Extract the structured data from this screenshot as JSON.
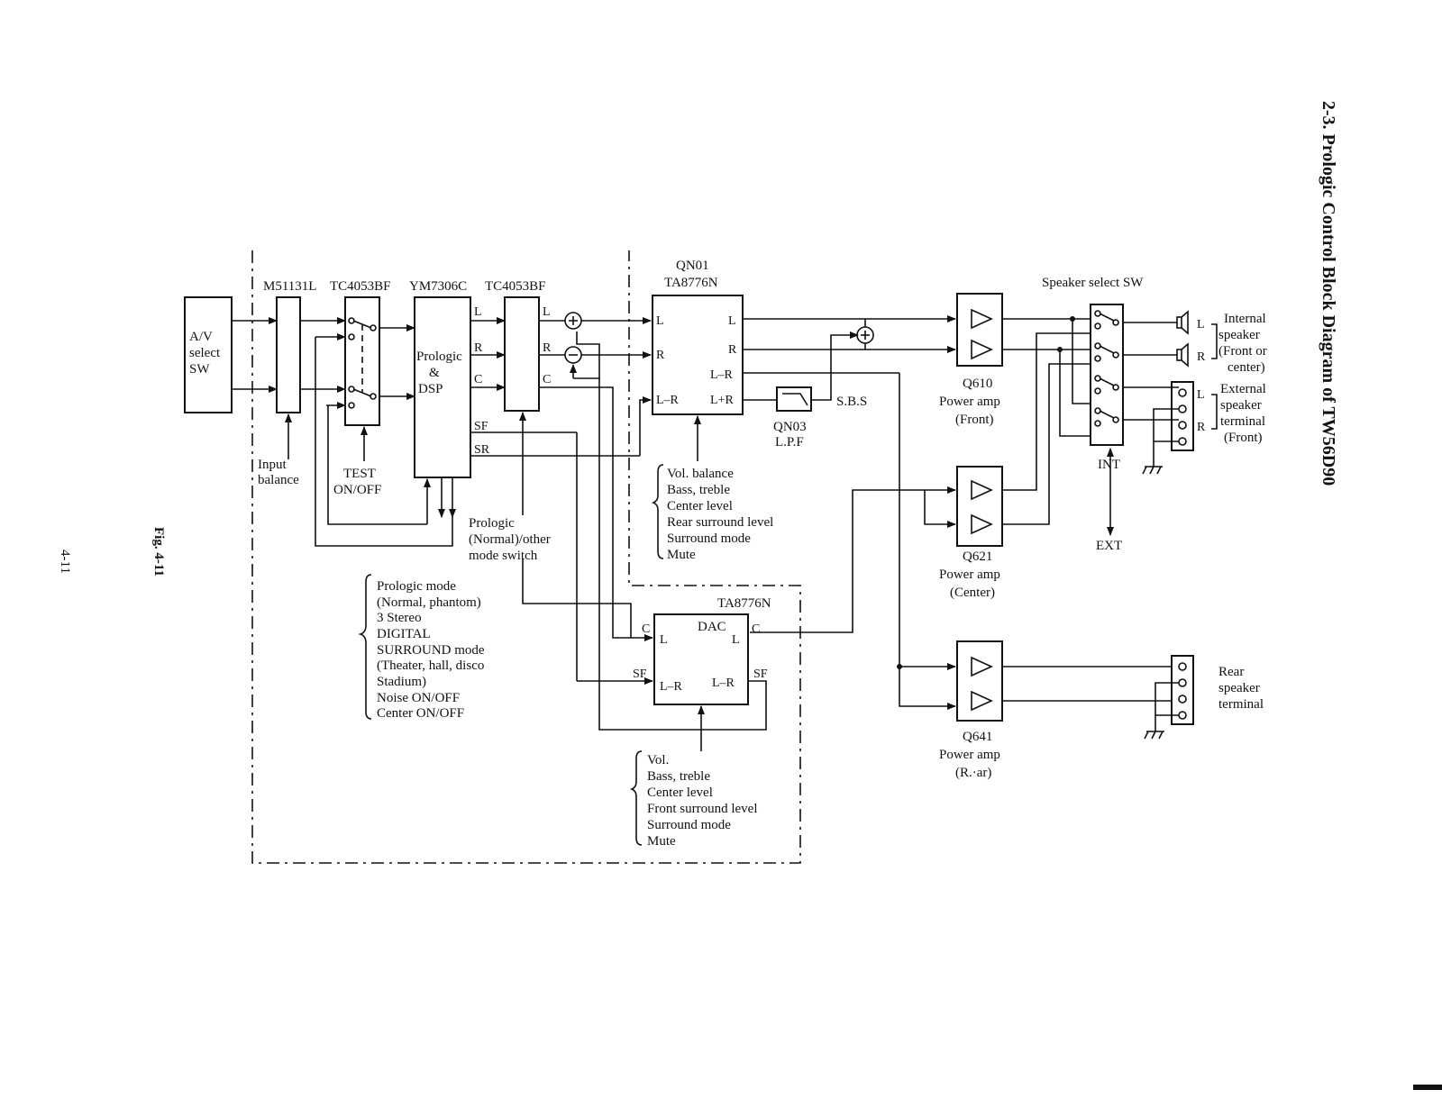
{
  "page": {
    "title": "2-3.  Prologic Control Block Diagram of TW56D90",
    "fig_label": "Fig. 4-11",
    "page_number": "4-11"
  },
  "blocks": {
    "av_select": [
      "A/V",
      "select",
      "SW"
    ],
    "m51131l": "M51131L",
    "tc4053bf_1": "TC4053BF",
    "ym7306c": "YM7306C",
    "dsp_label": [
      "Prologic",
      "&",
      "DSP"
    ],
    "tc4053bf_2": "TC4053BF",
    "qn01": [
      "QN01",
      "TA8776N"
    ],
    "ta8776n_2": "TA8776N",
    "dac": "DAC",
    "qn03": [
      "QN03",
      "L.P.F"
    ],
    "sbs": "S.B.S",
    "speaker_select": "Speaker select SW",
    "q610": [
      "Q610",
      "Power amp",
      "(Front)"
    ],
    "q621": [
      "Q621",
      "Power amp",
      "(Center)"
    ],
    "q641": [
      "Q641",
      "Power amp",
      "(R.·ar)"
    ],
    "int": "INT",
    "ext": "EXT"
  },
  "pins": {
    "L": "L",
    "R": "R",
    "C": "C",
    "SF": "SF",
    "SR": "SR",
    "L_minus_R": "L–R",
    "L_plus_R": "L+R"
  },
  "labels": {
    "input_balance": [
      "Input",
      "balance"
    ],
    "test": [
      "TEST",
      "ON/OFF"
    ],
    "prologic_switch": [
      "Prologic",
      "(Normal)/other",
      "mode switch"
    ],
    "prologic_modes": [
      "Prologic mode",
      "(Normal, phantom)",
      "3 Stereo",
      "DIGITAL",
      "SURROUND mode",
      "(Theater, hall, disco",
      "Stadium)",
      "Noise   ON/OFF",
      "Center ON/OFF"
    ],
    "qn01_controls": [
      "Vol. balance",
      "Bass, treble",
      "Center level",
      "Rear surround level",
      "Surround mode",
      "Mute"
    ],
    "ta8776n_controls": [
      "Vol.",
      "Bass, treble",
      "Center level",
      "Front surround level",
      "Surround mode",
      "Mute"
    ],
    "internal_speaker": [
      "Internal",
      "speaker",
      "(Front or",
      "center)"
    ],
    "external_speaker": [
      "External",
      "speaker",
      "terminal",
      "(Front)"
    ],
    "rear_speaker": [
      "Rear",
      "speaker",
      "terminal"
    ]
  }
}
